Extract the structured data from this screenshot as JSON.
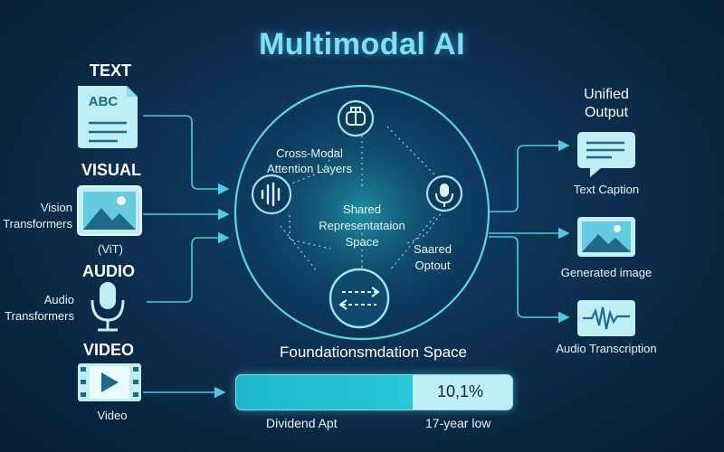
{
  "title": "Multimodal AI",
  "inputs": {
    "text": {
      "header": "TEXT",
      "icon_text": "ABC"
    },
    "visual": {
      "header": "VISUAL",
      "side_label_1": "Vision",
      "side_label_2": "Transformers",
      "sub_label": "(ViT)"
    },
    "audio": {
      "header": "AUDIO",
      "side_label_1": "Audio",
      "side_label_2": "Transformers"
    },
    "video": {
      "header": "VIDEO",
      "sub_label": "Video"
    }
  },
  "center": {
    "cross_modal_1": "Cross-Modal",
    "cross_modal_2": "Attention Layers",
    "shared_1": "Shared",
    "shared_2": "Representataion",
    "shared_3": "Space",
    "output_1": "Saared",
    "output_2": "Optout"
  },
  "outputs": {
    "header_1": "Unified",
    "header_2": "Output",
    "caption": "Text Caption",
    "image": "Generated image",
    "audio": "Audio Transcription"
  },
  "foundation": {
    "title": "Foundationsmdation Space",
    "value_text": "10,1%",
    "fill_fraction": 0.64,
    "left_label": "Dividend Apt",
    "right_label": "17-year low"
  },
  "colors": {
    "accent": "#7fe0f2",
    "icon_fill": "#bfeef6",
    "line": "#4fc9e6"
  }
}
